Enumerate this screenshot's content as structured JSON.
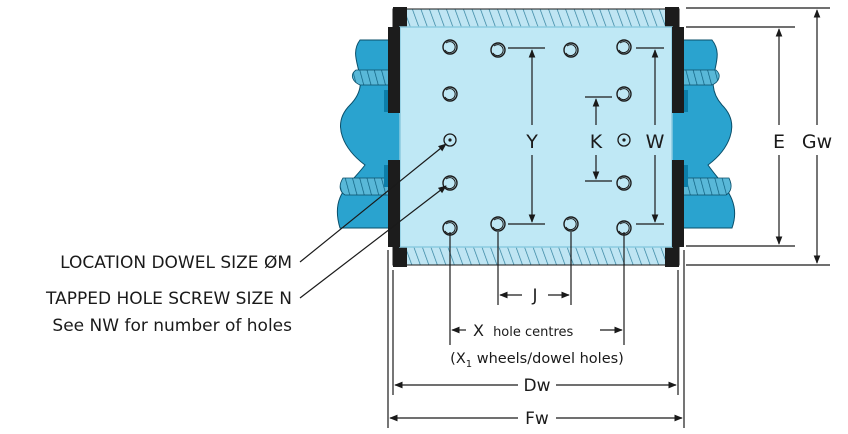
{
  "callouts": {
    "dowel": "LOCATION DOWEL SIZE ØM",
    "tapped": "TAPPED HOLE SCREW SIZE N",
    "tapped_note": "See NW for number of holes"
  },
  "dimensions": {
    "Y": "Y",
    "K": "K",
    "W": "W",
    "E": "E",
    "Gw": "Gw",
    "J": "J",
    "X": "X",
    "X_suffix": "hole centres",
    "X1_open": "(X",
    "X1_sub": "1",
    "X1_close": " wheels/dowel holes)",
    "Dw": "Dw",
    "Fw": "Fw"
  },
  "colors": {
    "plate": "#bfe8f5",
    "plate_edge": "#8bcbe0",
    "shaft": "#2aa3cf",
    "shaft_dark": "#0c7ea9",
    "clamp": "#1c1c1c",
    "wheel_band": "#b7e2f1"
  }
}
